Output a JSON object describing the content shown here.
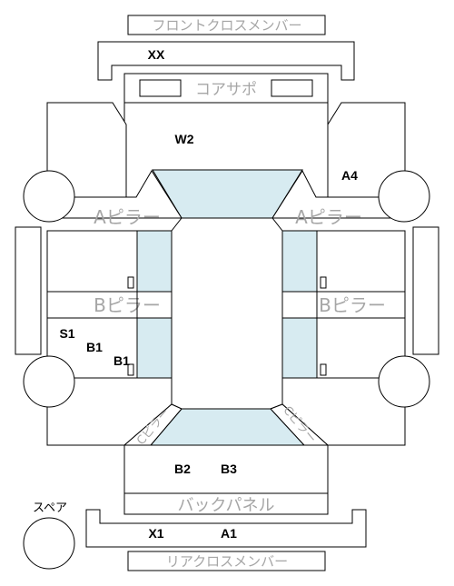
{
  "labels": {
    "front_cross_member": "フロントクロスメンバー",
    "core_support": "コアサポ",
    "a_pillar_left": "Aピラー",
    "a_pillar_right": "Aピラー",
    "b_pillar_left": "Bピラー",
    "b_pillar_right": "Bピラー",
    "c_pillar_left": "Cピラー",
    "c_pillar_right": "Cピラー",
    "back_panel": "バックパネル",
    "rear_cross_member": "リアクロスメンバー",
    "spare": "スペア"
  },
  "marks": {
    "xx": "XX",
    "w2": "W2",
    "a4": "A4",
    "s1": "S1",
    "b1_upper": "B1",
    "b1_lower": "B1",
    "b2": "B2",
    "b3": "B3",
    "x1": "X1",
    "a1": "A1"
  },
  "colors": {
    "glass": "#d7ebf1",
    "outline": "#000000",
    "label_gray": "#a6a6a6"
  }
}
